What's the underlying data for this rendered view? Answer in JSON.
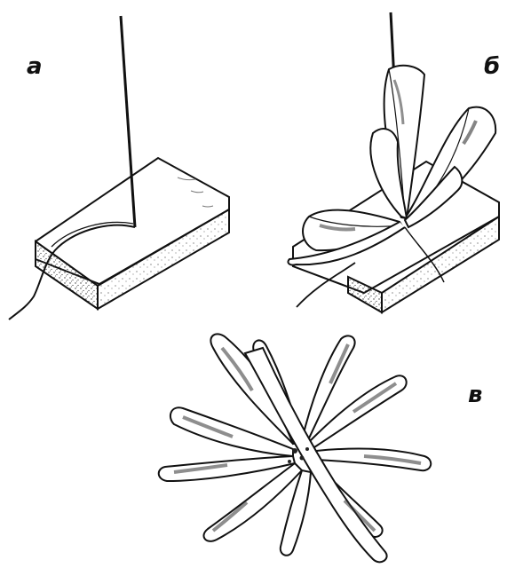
{
  "labels": {
    "step_a": "а",
    "step_b": "б",
    "step_c": "в"
  },
  "colors": {
    "ink": "#111111",
    "paper": "#ffffff",
    "stipple": "#555555"
  }
}
